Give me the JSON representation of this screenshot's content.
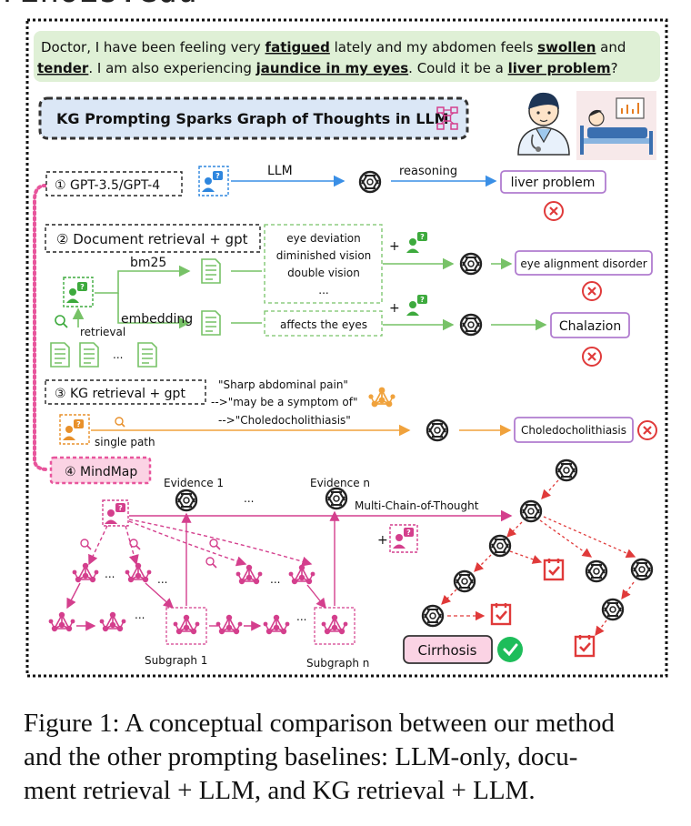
{
  "page": {
    "header_fragment": "rinois.edu"
  },
  "figure": {
    "question": {
      "line1_parts": [
        "Doctor, I have been feeling very ",
        "fatigued",
        " lately and my abdomen feels ",
        "swollen",
        " and"
      ],
      "line2_parts": [
        "tender",
        ". I am also experiencing ",
        "jaundice in my eyes",
        ". Could it be a ",
        "liver problem",
        "?"
      ]
    },
    "banner": "KG Prompting Sparks Graph of Thoughts in LLM",
    "method1": {
      "label": "① GPT-3.5/GPT-4",
      "edge_llm": "LLM",
      "edge_reasoning": "reasoning",
      "answer": "liver problem"
    },
    "method2": {
      "label": "② Document retrieval + gpt",
      "bm25": "bm25",
      "embedding": "embedding",
      "retrieval": "retrieval",
      "ellipsis": "...",
      "docs_upper": [
        "eye deviation",
        "diminished vision",
        "double vision",
        "..."
      ],
      "docs_lower": "affects the eyes",
      "plus": "+",
      "answer_upper": "eye alignment disorder",
      "answer_lower": "Chalazion"
    },
    "method3": {
      "label": "③ KG retrieval + gpt",
      "path_lines": [
        "\"Sharp abdominal pain\"",
        "-->\"may be a symptom of\"",
        "-->\"Choledocholithiasis\""
      ],
      "single_path": "single path",
      "answer": "Choledocholithiasis"
    },
    "method4": {
      "label": "④ MindMap",
      "evidence1": "Evidence 1",
      "evidence_dots": "...",
      "evidenceN": "Evidence n",
      "multi_chain": "Multi-Chain-of-Thought",
      "plus": "+",
      "subgraph1": "Subgraph 1",
      "subgraphN": "Subgraph n",
      "ellipsis": "...",
      "answer": "Cirrhosis"
    }
  },
  "caption": {
    "lines": [
      "Figure 1: A conceptual comparison between our method",
      "and the other prompting baselines: LLM-only, docu-",
      "ment retrieval + LLM, and KG retrieval + LLM."
    ]
  },
  "colors": {
    "blue": "#3a8fe6",
    "green": "#77c267",
    "orange": "#f0a23c",
    "magenta": "#d43f8d",
    "purple_box": "#b07ccf",
    "red": "#e03a3a",
    "question_bg": "#dff0d6",
    "banner_bg": "#dbe7f6"
  }
}
